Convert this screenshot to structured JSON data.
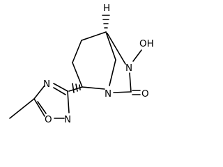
{
  "molecule": {
    "atoms": {
      "h_stereo": "H",
      "n_bridge": "N",
      "oh": "OH",
      "n_amide": "N",
      "o_carbonyl": "O",
      "n_ring3": "N",
      "n_ring4": "N",
      "o_ring": "O"
    }
  }
}
